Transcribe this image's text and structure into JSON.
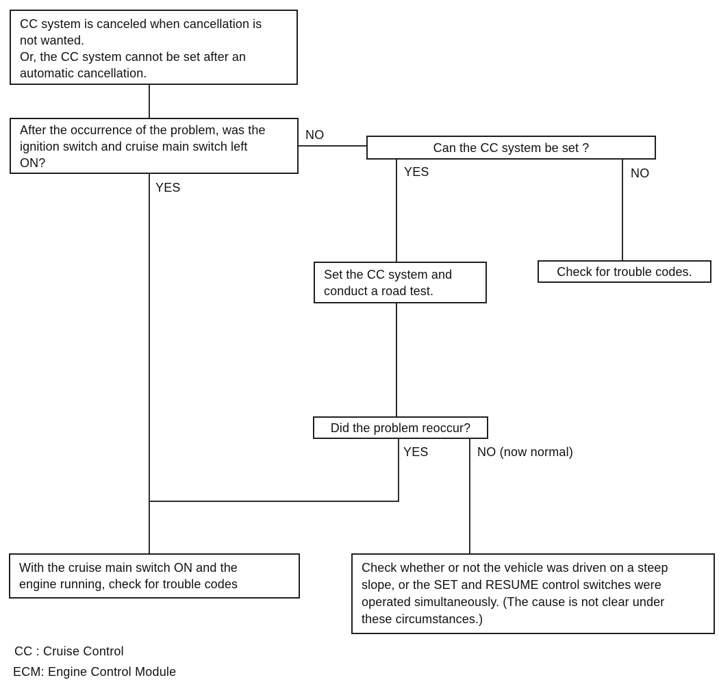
{
  "colors": {
    "background": "#ffffff",
    "line": "#2b2b2b",
    "text": "#111111"
  },
  "boxes": {
    "symptom": {
      "text": "CC system is canceled when cancellation is\nnot wanted.\nOr, the CC system cannot be set after an\nautomatic cancellation."
    },
    "ignition_question": {
      "text": "After the occurrence of the problem, was the\nignition switch and cruise main switch left\nON?"
    },
    "can_set_question": {
      "text": "Can the CC system be set ?"
    },
    "road_test": {
      "text": "Set the CC system and\nconduct a road test."
    },
    "trouble_codes": {
      "text": "Check for trouble codes."
    },
    "reoccur_question": {
      "text": "Did the problem reoccur?"
    },
    "main_switch_check": {
      "text": "With the cruise main switch ON and the\nengine running, check for trouble codes"
    },
    "steep_slope_check": {
      "text": "Check whether or not the vehicle was driven on a steep\nslope, or the SET and RESUME control switches were\noperated simultaneously. (The cause is not clear under\nthese circumstances.)"
    }
  },
  "branch_labels": {
    "ignition_no": "NO",
    "ignition_yes": "YES",
    "can_set_yes": "YES",
    "can_set_no": "NO",
    "reoccur_yes": "YES",
    "reoccur_no": "NO (now normal)"
  },
  "legend": {
    "cc": "CC : Cruise Control",
    "ecm": "ECM: Engine Control Module"
  }
}
